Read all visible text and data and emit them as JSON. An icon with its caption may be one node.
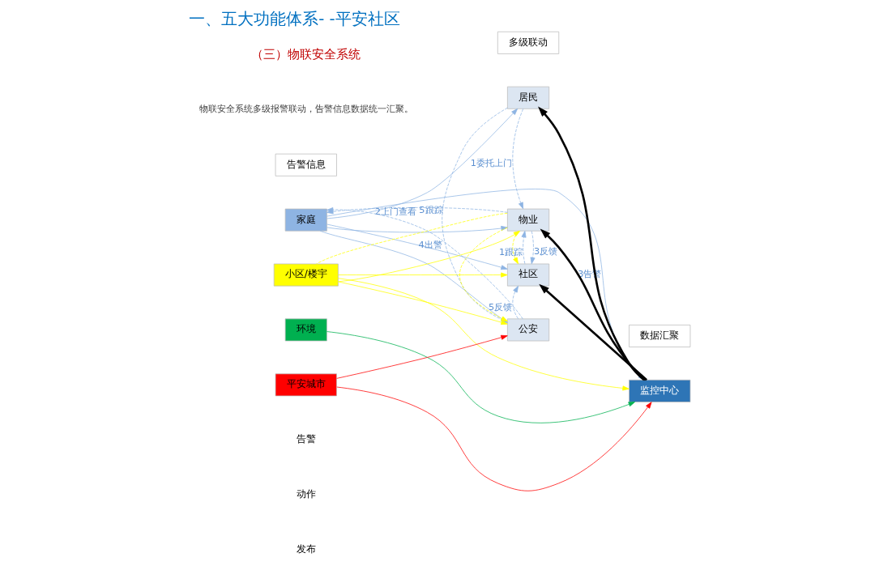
{
  "diagram": {
    "title": "一、五大功能体系- -平安社区",
    "nodes": [
      {
        "text": [
          "告警信息"
        ]
      },
      {
        "text": [
          "多级联动"
        ]
      },
      {
        "text": [
          "数据汇聚"
        ]
      },
      {
        "text": [
          "家庭"
        ]
      },
      {
        "text": [
          "小区/楼宇"
        ]
      },
      {
        "text": [
          "环境"
        ]
      },
      {
        "text": [
          "平安城市"
        ]
      },
      {
        "text": [
          "居民"
        ]
      },
      {
        "text": [
          "物业"
        ]
      },
      {
        "text": [
          "社区"
        ]
      },
      {
        "text": [
          "公安"
        ]
      },
      {
        "text": [
          "监控中心"
        ]
      }
    ],
    "edges": [
      {
        "from": 3,
        "to": 7,
        "arrow": "to"
      },
      {
        "from": 3,
        "to": 8,
        "arrow": "to"
      },
      {
        "from": 3,
        "to": 9,
        "arrow": "to"
      },
      {
        "from": 3,
        "to": 10,
        "arrow": "to"
      },
      {
        "from": 8,
        "to": 3,
        "arrow": "to",
        "style": "dashed",
        "label": "2上门查看"
      },
      {
        "from": 10,
        "to": 3,
        "arrow": "to",
        "style": "dashed",
        "label": "4出警"
      },
      {
        "from": 7,
        "to": 8,
        "arrow": "to",
        "style": "dashed",
        "label": "1委托上门"
      },
      {
        "from": 8,
        "to": 9,
        "arrow": "to",
        "style": "dashed",
        "label": "3反馈"
      },
      {
        "from": 9,
        "to": 8,
        "arrow": "to",
        "style": "dashed",
        "label": "1跟踪"
      },
      {
        "from": 10,
        "to": 9,
        "arrow": "to",
        "style": "dashed",
        "label": "5反馈"
      },
      {
        "from": 7,
        "to": 10,
        "arrow": "none",
        "style": "dashed",
        "label": "5跟踪"
      },
      {
        "from": 4,
        "to": 8,
        "arrow": "to",
        "color": "#ffff00"
      },
      {
        "from": 4,
        "to": 9,
        "arrow": "to",
        "color": "#ffff00"
      },
      {
        "from": 4,
        "to": 10,
        "arrow": "to",
        "color": "#ffff00"
      },
      {
        "from": 8,
        "to": 4,
        "arrow": "none",
        "style": "dashed",
        "color": "#ffff00"
      },
      {
        "from": 8,
        "to": 9,
        "arrow": "to",
        "style": "dashed",
        "color": "#ffff00"
      },
      {
        "from": 8,
        "to": 10,
        "arrow": "to",
        "style": "dashed",
        "color": "#ffff00"
      },
      {
        "from": 6,
        "to": 10,
        "arrow": "to",
        "color": "#ff0000"
      },
      {
        "from": 3,
        "to": 11,
        "arrow": "to",
        "label": "3告警"
      },
      {
        "from": 4,
        "to": 11,
        "arrow": "to",
        "color": "#ffff00"
      },
      {
        "from": 5,
        "to": 11,
        "arrow": "to",
        "color": "#00b050"
      },
      {
        "from": 6,
        "to": 11,
        "arrow": "to",
        "color": "#ff0000"
      },
      {
        "from": 11,
        "to": 7,
        "arrow": "to",
        "color": "#000000",
        "style": "thick"
      },
      {
        "from": 11,
        "to": 8,
        "arrow": "to",
        "color": "#000000",
        "style": "thick"
      },
      {
        "from": 11,
        "to": 9,
        "arrow": "to",
        "color": "#000000",
        "style": "thick"
      }
    ],
    "labels": [
      "（三）物联安全系统",
      "物联安全系统多级报警联动，告警信息数据统一汇聚。"
    ],
    "legend": [
      {
        "text": "告警"
      },
      {
        "text": "动作"
      },
      {
        "text": "发布"
      }
    ]
  }
}
